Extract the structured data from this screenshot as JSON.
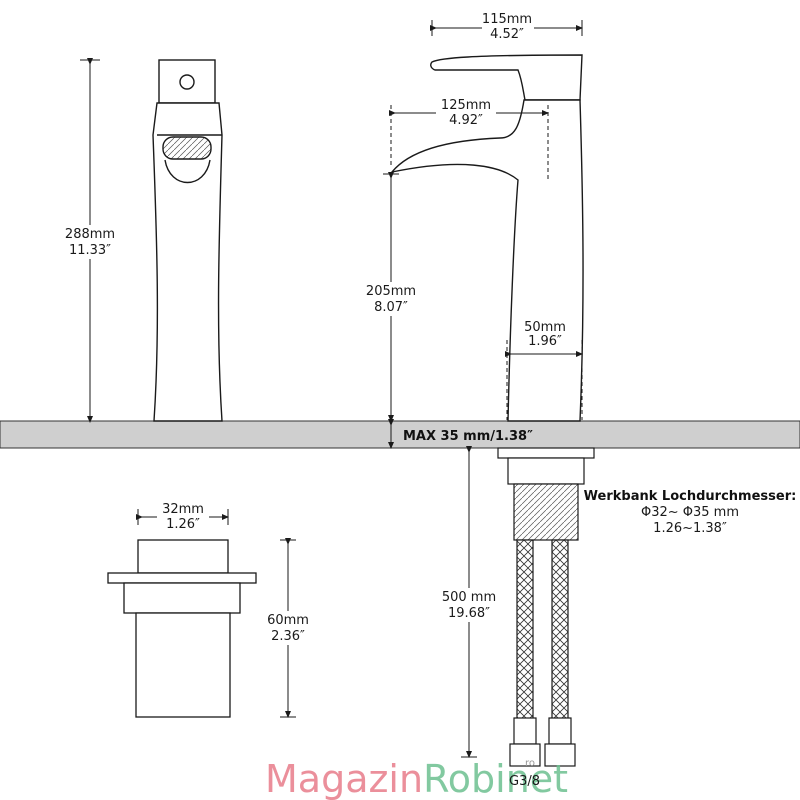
{
  "dimensions": {
    "top_width_mm": "115mm",
    "top_width_in": "4.52″",
    "reach_mm": "125mm",
    "reach_in": "4.92″",
    "total_height_mm": "288mm",
    "total_height_in": "11.33″",
    "spout_height_mm": "205mm",
    "spout_height_in": "8.07″",
    "base_width_mm": "50mm",
    "base_width_in": "1.96″",
    "max_thickness": "MAX 35 mm/1.38″",
    "hole_title": "Werkbank Lochdurchmesser:",
    "hole_mm": "Φ32~ Φ35 mm",
    "hole_in": "1.26~1.38″",
    "hose_mm": "500 mm",
    "hose_in": "19.68″",
    "thread": "G3/8",
    "flange_width_mm": "32mm",
    "flange_width_in": "1.26″",
    "flange_height_mm": "60mm",
    "flange_height_in": "2.36″"
  },
  "watermark": {
    "part1": "Magazin",
    "part2": "Robinet",
    "suffix": "ro"
  },
  "colors": {
    "counter": "#cfcfcf",
    "line": "#1a1a1a",
    "wm1": "#e87b8a",
    "wm2": "#6cc08f"
  }
}
